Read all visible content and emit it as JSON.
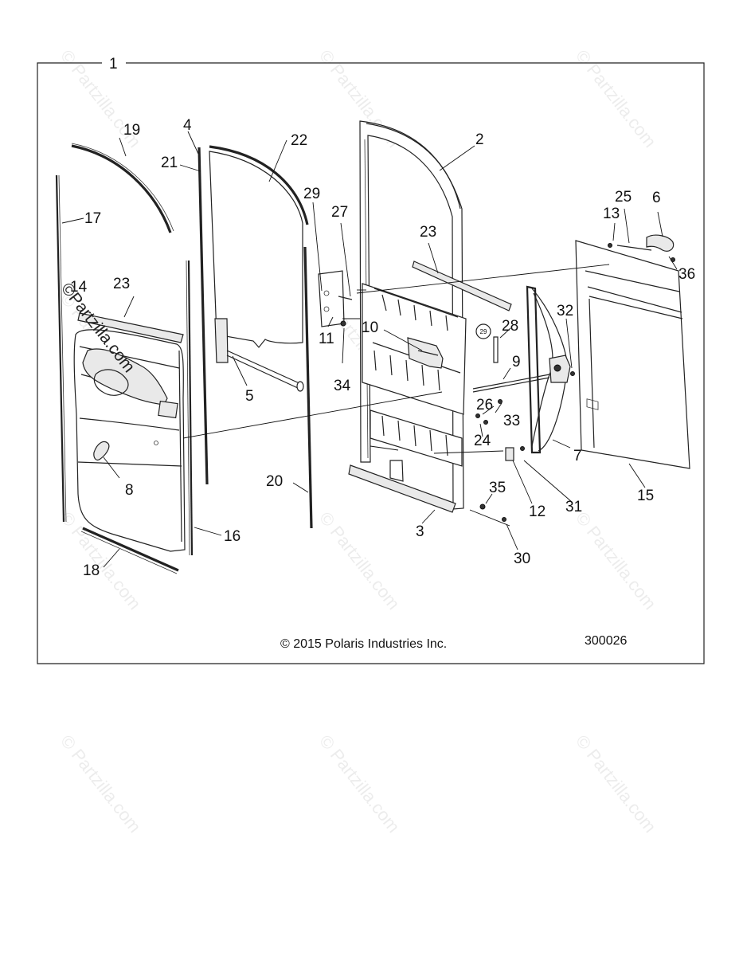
{
  "diagram": {
    "frame_label": "1",
    "callouts": {
      "c2": "2",
      "c3": "3",
      "c4": "4",
      "c5": "5",
      "c6": "6",
      "c7": "7",
      "c8": "8",
      "c9": "9",
      "c10": "10",
      "c11": "11",
      "c12": "12",
      "c13": "13",
      "c14": "14",
      "c15": "15",
      "c16": "16",
      "c17": "17",
      "c18": "18",
      "c19": "19",
      "c20": "20",
      "c21": "21",
      "c22": "22",
      "c23a": "23",
      "c23b": "23",
      "c24": "24",
      "c25": "25",
      "c26": "26",
      "c27": "27",
      "c28": "28",
      "c29": "29",
      "c30": "30",
      "c31": "31",
      "c32": "32",
      "c33": "33",
      "c34": "34",
      "c35": "35",
      "c36": "36"
    },
    "circle_tag": "29",
    "copyright": "© 2015 Polaris Industries Inc.",
    "drawing_number": "300026",
    "watermark": "© Partzilla.com",
    "watermark_overlay": "©Partzilla.com"
  }
}
